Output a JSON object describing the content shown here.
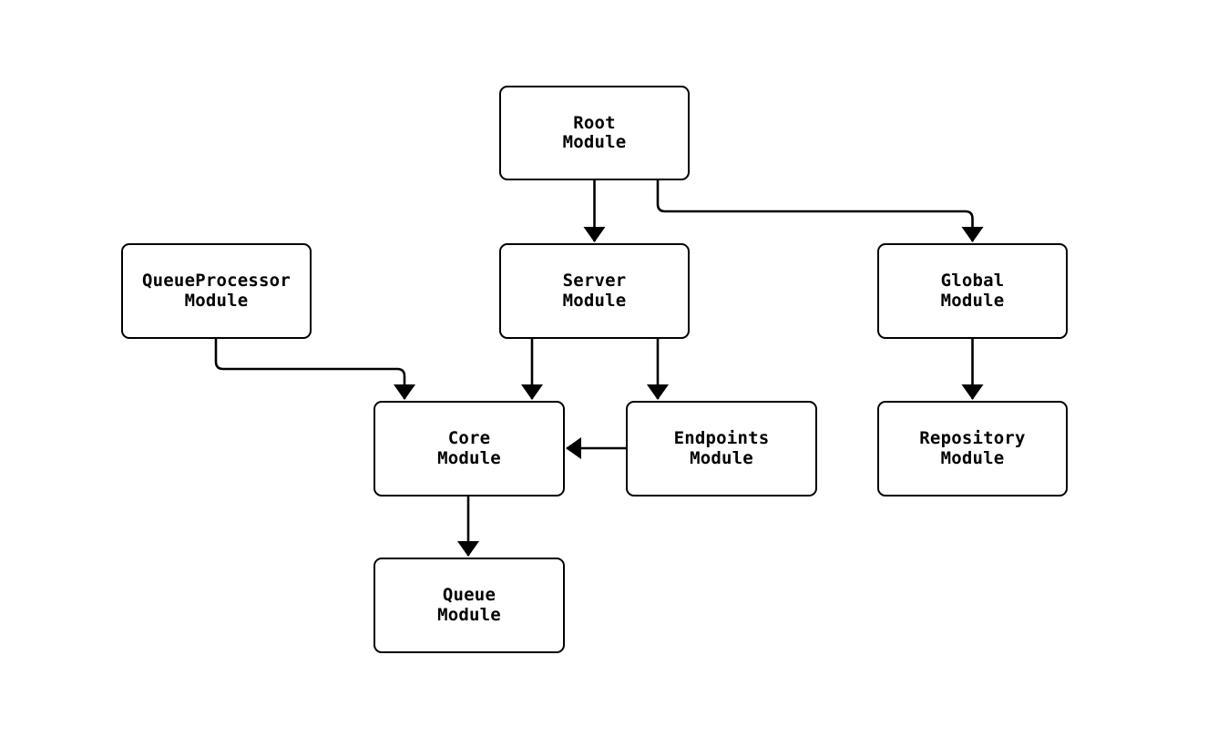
{
  "diagram": {
    "type": "module-dependency-graph",
    "colors": {
      "background": "#ffffff",
      "node_fill": "#ffffff",
      "stroke": "#000000",
      "text": "#000000"
    },
    "nodes": {
      "root": {
        "label": "Root\nModule"
      },
      "queue_processor": {
        "label": "QueueProcessor\nModule"
      },
      "server": {
        "label": "Server\nModule"
      },
      "global": {
        "label": "Global\nModule"
      },
      "core": {
        "label": "Core\nModule"
      },
      "endpoints": {
        "label": "Endpoints\nModule"
      },
      "repository": {
        "label": "Repository\nModule"
      },
      "queue": {
        "label": "Queue\nModule"
      }
    },
    "edges": [
      {
        "from": "Root Module",
        "to": "Server Module"
      },
      {
        "from": "Root Module",
        "to": "Global Module"
      },
      {
        "from": "QueueProcessor Module",
        "to": "Core Module"
      },
      {
        "from": "Server Module",
        "to": "Core Module"
      },
      {
        "from": "Server Module",
        "to": "Endpoints Module"
      },
      {
        "from": "Endpoints Module",
        "to": "Core Module"
      },
      {
        "from": "Global Module",
        "to": "Repository Module"
      },
      {
        "from": "Core Module",
        "to": "Queue Module"
      }
    ]
  }
}
